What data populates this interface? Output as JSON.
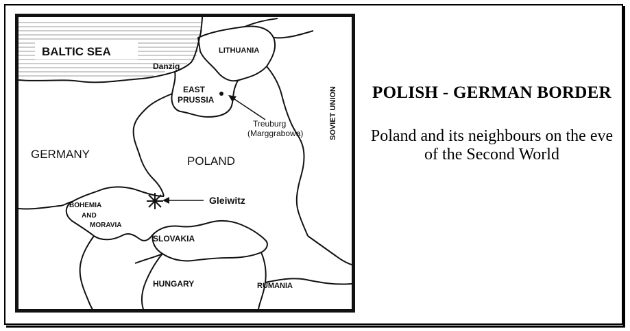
{
  "caption": {
    "title": "POLISH - GERMAN BORDER",
    "description": "Poland and its neighbours on the eve of the Second World"
  },
  "map": {
    "labels": {
      "baltic_sea": "BALTIC SEA",
      "danzig": "Danzig",
      "lithuania": "LITHUANIA",
      "east_prussia_1": "EAST",
      "east_prussia_2": "PRUSSIA",
      "treuburg_1": "Treuburg",
      "treuburg_2": "(Marggrabowa)",
      "soviet_union": "SOVIET UNION",
      "germany": "GERMANY",
      "poland": "POLAND",
      "gleiwitz": "Gleiwitz",
      "bohemia_1": "BOHEMIA",
      "bohemia_2": "AND",
      "bohemia_3": "MORAVIA",
      "slovakia": "SLOVAKIA",
      "hungary": "HUNGARY",
      "rumania": "RUMANIA"
    },
    "colors": {
      "ink": "#111111",
      "sea_lines": "#9a9a9a"
    },
    "icons": {
      "gleiwitz_marker": "explosion-star-icon",
      "treuburg_marker": "dot-icon"
    }
  }
}
